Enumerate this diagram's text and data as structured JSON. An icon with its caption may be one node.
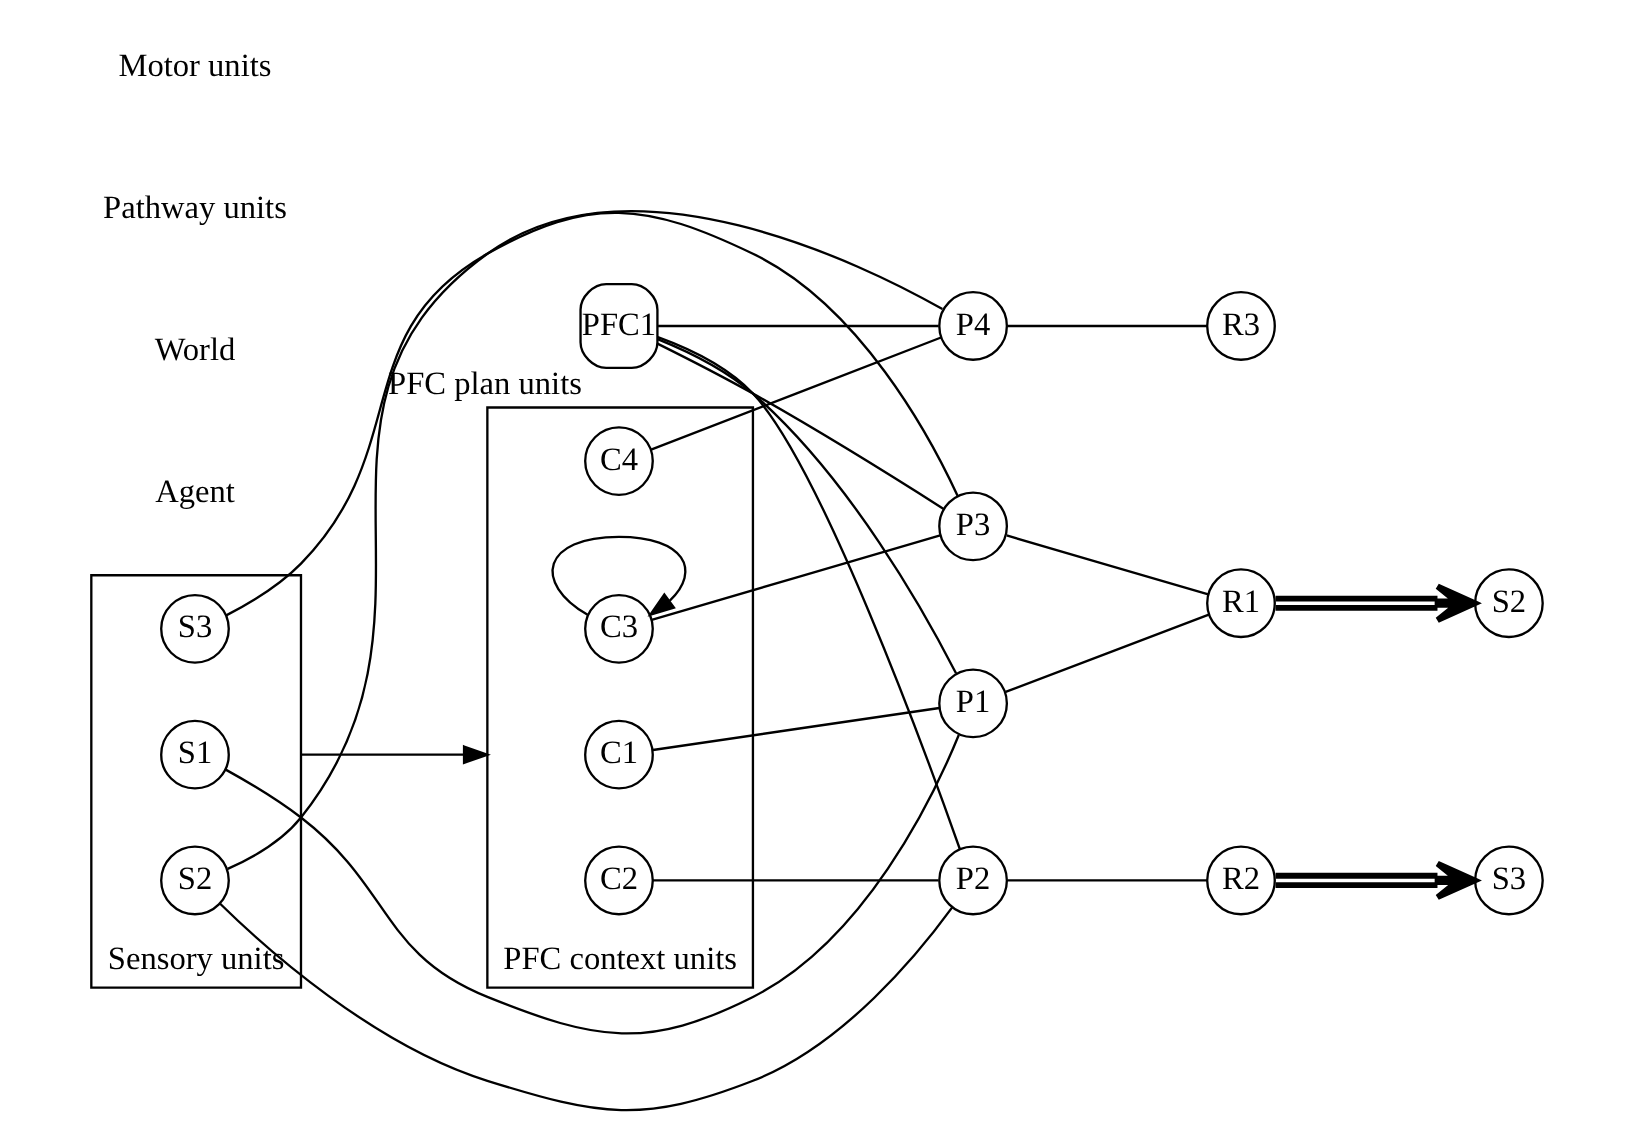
{
  "diagram": {
    "nodes": [
      {
        "text": [
          "PFC context units"
        ]
      },
      {
        "text": [
          "C1"
        ],
        "in": 0
      },
      {
        "text": [
          "C2"
        ],
        "in": 0
      },
      {
        "text": [
          "C3"
        ],
        "in": 0
      },
      {
        "text": [
          "C4"
        ],
        "in": 0
      },
      {
        "text": [
          "PFC1"
        ],
        "beside": [
          "PFC plan units"
        ]
      },
      {
        "text": [
          "Sensory units"
        ]
      },
      {
        "text": [
          "S1"
        ],
        "in": 6
      },
      {
        "text": [
          "S2"
        ],
        "in": 6
      },
      {
        "text": [
          "S3"
        ],
        "in": 6
      },
      {
        "text": [
          "P1"
        ]
      },
      {
        "text": [
          "P2"
        ]
      },
      {
        "text": [
          "P3"
        ]
      },
      {
        "text": [
          "P4"
        ]
      },
      {
        "text": [
          "R1"
        ]
      },
      {
        "text": [
          "R2"
        ]
      },
      {
        "text": [
          "R3"
        ]
      },
      {
        "text": [
          "S2"
        ]
      },
      {
        "text": [
          "S3"
        ]
      }
    ],
    "edges": [
      {
        "from": 3,
        "to": 3,
        "arrow": "to"
      },
      {
        "from": 6,
        "to": 0,
        "arrow": "to"
      },
      {
        "from": 1,
        "to": 10,
        "arrow": "none"
      },
      {
        "from": 2,
        "to": 11,
        "arrow": "none"
      },
      {
        "from": 3,
        "to": 12,
        "arrow": "none"
      },
      {
        "from": 4,
        "to": 13,
        "arrow": "none"
      },
      {
        "from": 5,
        "to": 10,
        "arrow": "none"
      },
      {
        "from": 5,
        "to": 11,
        "arrow": "none"
      },
      {
        "from": 5,
        "to": 12,
        "arrow": "none"
      },
      {
        "from": 5,
        "to": 13,
        "arrow": "none"
      },
      {
        "from": 7,
        "to": 10,
        "arrow": "none"
      },
      {
        "from": 8,
        "to": 11,
        "arrow": "none"
      },
      {
        "from": 8,
        "to": 13,
        "arrow": "none"
      },
      {
        "from": 9,
        "to": 12,
        "arrow": "none"
      },
      {
        "from": 10,
        "to": 14,
        "arrow": "none"
      },
      {
        "from": 11,
        "to": 15,
        "arrow": "none"
      },
      {
        "from": 12,
        "to": 14,
        "arrow": "none"
      },
      {
        "from": 13,
        "to": 16,
        "arrow": "none"
      },
      {
        "from": 14,
        "to": 17,
        "arrow": "to",
        "style": "thick"
      },
      {
        "from": 15,
        "to": 18,
        "arrow": "to",
        "style": "thick"
      }
    ],
    "labels": [
      "Agent",
      "World",
      "Pathway units",
      "Motor units"
    ]
  }
}
